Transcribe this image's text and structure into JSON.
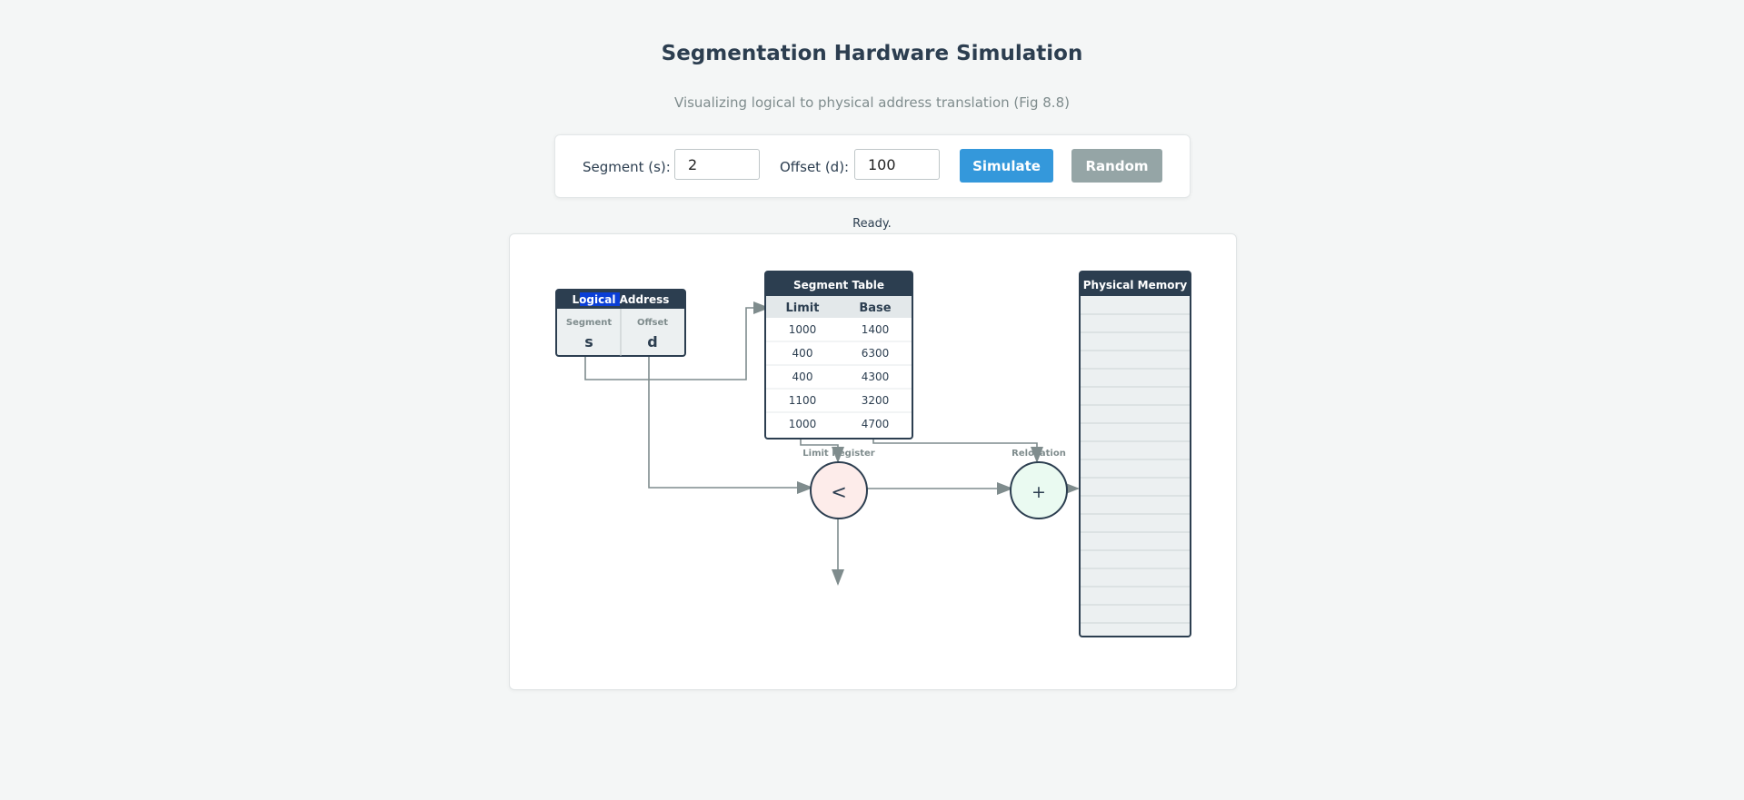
{
  "header": {
    "title": "Segmentation Hardware Simulation",
    "subtitle": "Visualizing logical to physical address translation (Fig 8.8)"
  },
  "controls": {
    "segment_label": "Segment (s):",
    "segment_value": "2",
    "offset_label": "Offset (d):",
    "offset_value": "100",
    "simulate_label": "Simulate",
    "random_label": "Random"
  },
  "status": "Ready.",
  "diagram": {
    "logical_address": {
      "title_highlight": "Logical",
      "title_rest": " Address",
      "segment_caption": "Segment",
      "offset_caption": "Offset",
      "segment_symbol": "s",
      "offset_symbol": "d"
    },
    "segment_table": {
      "title": "Segment Table",
      "col_limit": "Limit",
      "col_base": "Base",
      "rows": [
        {
          "limit": "1000",
          "base": "1400"
        },
        {
          "limit": "400",
          "base": "6300"
        },
        {
          "limit": "400",
          "base": "4300"
        },
        {
          "limit": "1100",
          "base": "3200"
        },
        {
          "limit": "1000",
          "base": "4700"
        }
      ]
    },
    "limit_register_label": "Limit Register",
    "relocation_label": "Relocation",
    "comparator_symbol": "<",
    "adder_symbol": "+",
    "physical_memory_title": "Physical Memory"
  },
  "colors": {
    "header_dark": "#2c3e50",
    "accent_blue": "#3498db",
    "button_gray": "#95a5a6",
    "comparator_fill": "#fdecea",
    "adder_fill": "#eafaf1",
    "arrow": "#7f8c8d",
    "selection": "#0b3fd6"
  }
}
